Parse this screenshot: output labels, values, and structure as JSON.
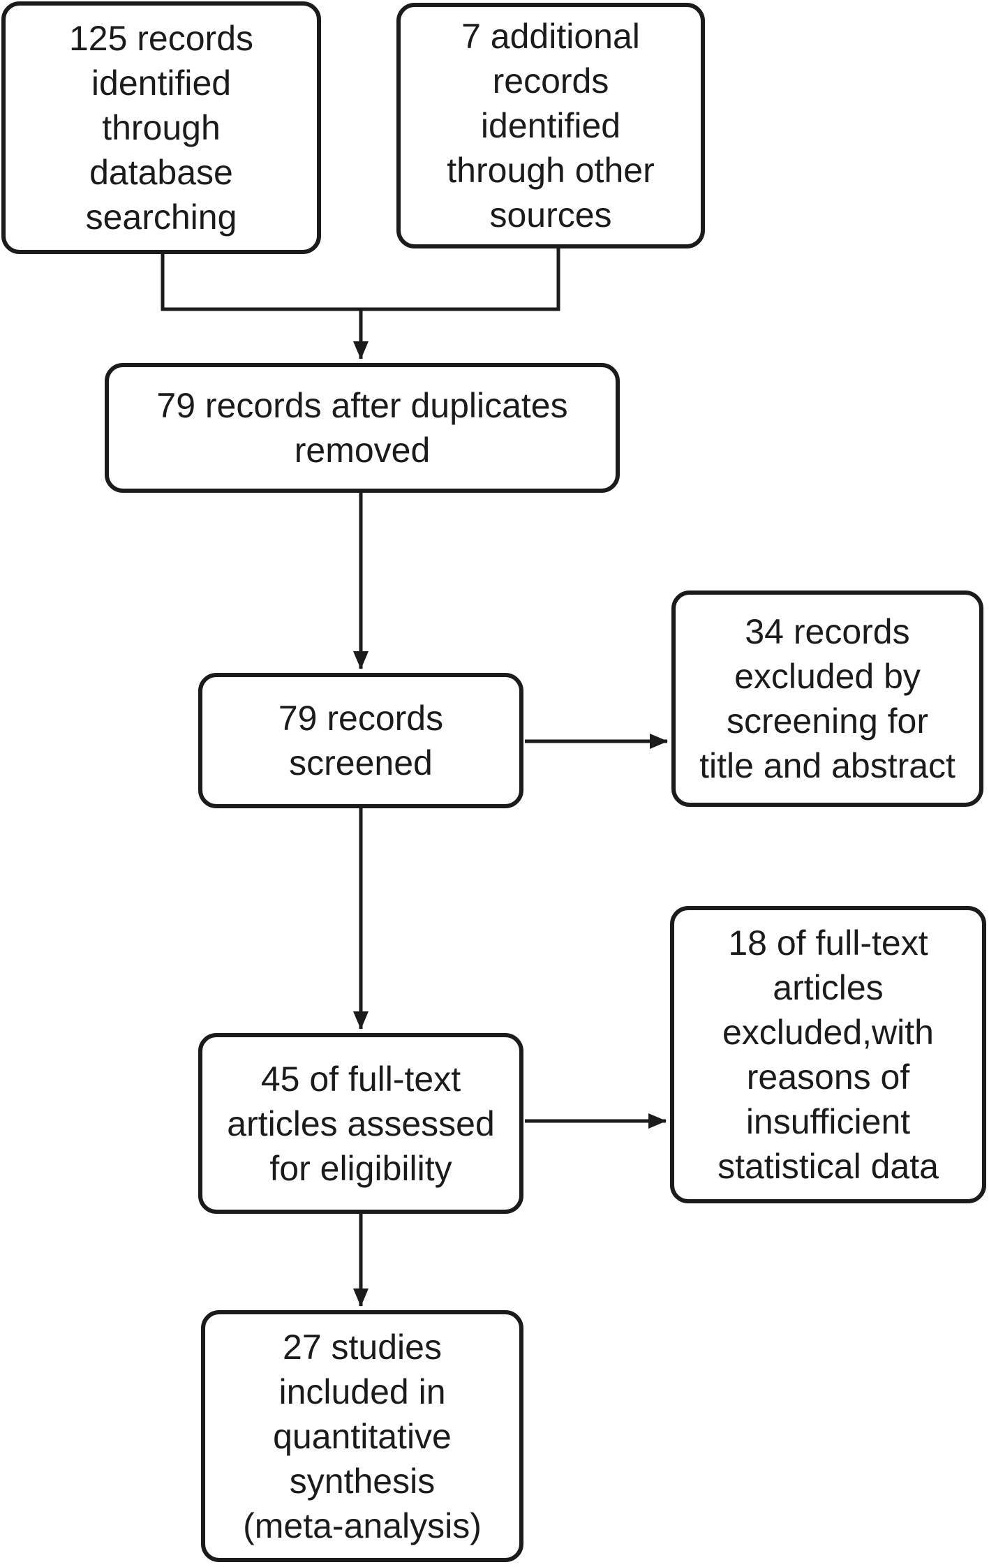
{
  "diagram": {
    "title": "Study selection flow diagram",
    "background_color": "#ffffff",
    "line_color": "#1b1b1b",
    "text_color": "#1b1b1b",
    "nodes": [
      {
        "id": "identified-database",
        "text": "125 records\nidentified\nthrough\ndatabase\nsearching"
      },
      {
        "id": "identified-other",
        "text": "7 additional\nrecords\nidentified\nthrough other\nsources"
      },
      {
        "id": "after-duplicates",
        "text": "79 records after duplicates\nremoved"
      },
      {
        "id": "screened",
        "text": "79 records\nscreened"
      },
      {
        "id": "excluded-screening",
        "text": "34 records\nexcluded by\nscreening for\ntitle and abstract"
      },
      {
        "id": "fulltext-assessed",
        "text": "45 of full-text\narticles assessed\nfor eligibility"
      },
      {
        "id": "fulltext-excluded",
        "text": "18 of full-text\narticles\nexcluded,with\nreasons of\ninsufficient\nstatistical data"
      },
      {
        "id": "included",
        "text": "27 studies\nincluded in\nquantitative\nsynthesis\n(meta-analysis)"
      }
    ],
    "counts": {
      "records_database": 125,
      "records_other_sources": 7,
      "after_duplicates": 79,
      "screened": 79,
      "excluded_by_screening": 34,
      "fulltext_assessed": 45,
      "fulltext_excluded": 18,
      "included_meta_analysis": 27
    }
  }
}
